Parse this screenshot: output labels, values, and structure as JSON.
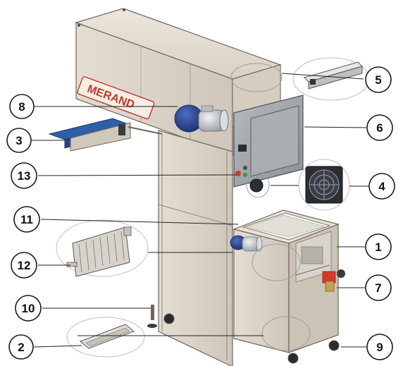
{
  "brand": {
    "logo_text": "MERAND",
    "accent": "#c0392b"
  },
  "colors": {
    "frame": "#ddd5ca",
    "frame_dark": "#bdb3a6",
    "frame_edge": "#6e665d",
    "conveyor": "#2f5fa8",
    "motor_blue": "#2d4a9a",
    "motor_silver": "#c9ccd1",
    "cabinet": "#9ea3a8",
    "red": "#d23b2a",
    "brass": "#c9a04a"
  },
  "callouts": [
    {
      "id": "c8",
      "label": "8"
    },
    {
      "id": "c3",
      "label": "3"
    },
    {
      "id": "c13",
      "label": "13"
    },
    {
      "id": "c11",
      "label": "11"
    },
    {
      "id": "c12",
      "label": "12"
    },
    {
      "id": "c10",
      "label": "10"
    },
    {
      "id": "c2",
      "label": "2"
    },
    {
      "id": "c5",
      "label": "5"
    },
    {
      "id": "c6",
      "label": "6"
    },
    {
      "id": "c4",
      "label": "4"
    },
    {
      "id": "c1",
      "label": "1"
    },
    {
      "id": "c7",
      "label": "7"
    },
    {
      "id": "c9",
      "label": "9"
    }
  ]
}
